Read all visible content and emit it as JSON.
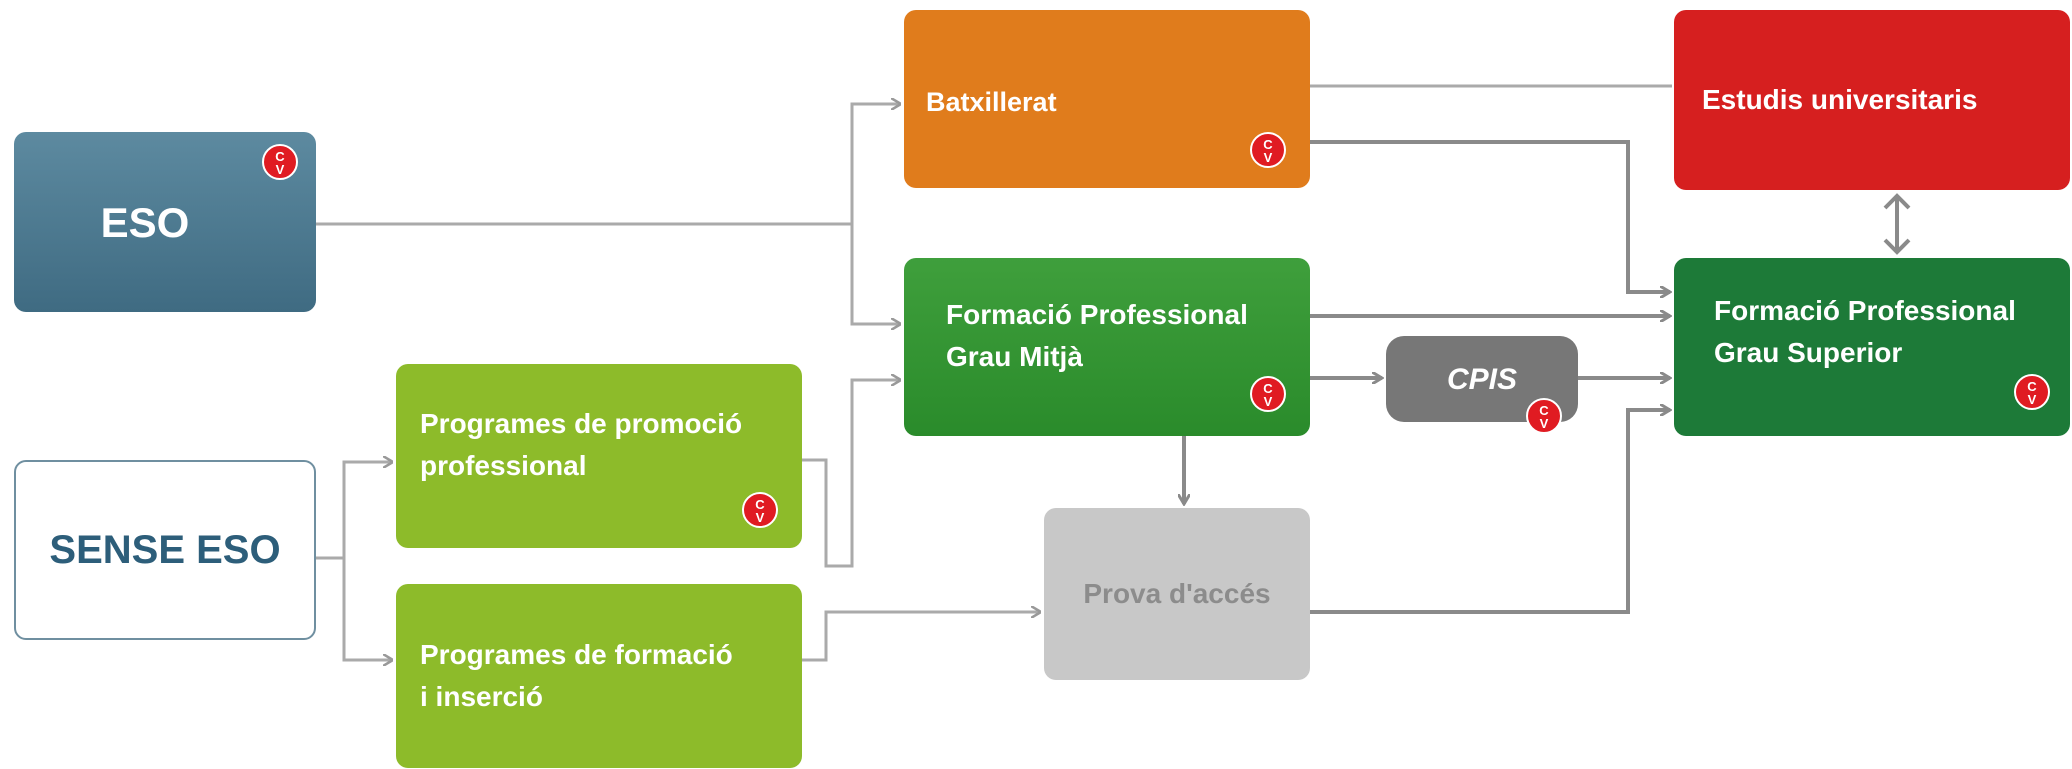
{
  "boxes": {
    "eso": "ESO",
    "sense_eso": "SENSE ESO",
    "batxillerat": "Batxillerat",
    "fp_grau_mitja": "Formació Professional\nGrau Mitjà",
    "programes_promocio": "Programes de promoció\nprofessional",
    "programes_formacio": "Programes de formació\ni inserció",
    "prova_acces": "Prova d'accés",
    "cpis": "CPIS",
    "estudis_universitaris": "Estudis universitaris",
    "fp_grau_superior": "Formació Professional\nGrau Superior"
  },
  "badge": {
    "icon": "cv-logo-icon",
    "letters": [
      "C",
      "V"
    ],
    "color": "#e01b22"
  },
  "colors": {
    "eso": "#4a7a91",
    "batxillerat": "#e07c1c",
    "fp_grau_mitja": "#2f932f",
    "programes": "#8dbb2a",
    "prova_acces": "#c8c8c8",
    "cpis": "#777777",
    "estudis_universitaris": "#d61f1f",
    "fp_grau_superior": "#1d7a38",
    "connector": "#999999"
  }
}
